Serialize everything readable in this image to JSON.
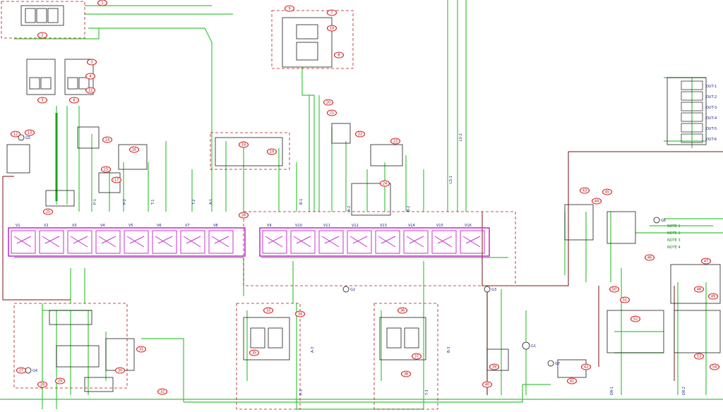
{
  "colors": {
    "hydraulic_line": "#3ec43e",
    "pressure_line": "#1aa21a",
    "manifold": "#c832d2",
    "return_line": "#7a1010",
    "callout": "#d42020",
    "boundary_dash": "#b01818",
    "component": "#1c1c1c",
    "label": "#1a1a8a",
    "annotation_green": "#0a8a0a",
    "background": "#ffffff"
  },
  "left_manifold": {
    "valve_tags": [
      "V1",
      "V2",
      "V3",
      "V4",
      "V5",
      "V6",
      "V7",
      "V8"
    ]
  },
  "right_manifold": {
    "valve_tags": [
      "V9",
      "V10",
      "V11",
      "V12",
      "V13",
      "V14",
      "V15",
      "V16"
    ]
  },
  "callouts": {
    "top": [
      "1",
      "2",
      "3",
      "4",
      "5",
      "6",
      "7",
      "8",
      "9",
      "10",
      "11",
      "12",
      "13",
      "14"
    ],
    "middle": [
      "15",
      "16",
      "17",
      "18",
      "19",
      "20",
      "21",
      "22",
      "23",
      "24",
      "25",
      "26"
    ],
    "bottom": [
      "27",
      "28",
      "29",
      "30",
      "31",
      "32",
      "33",
      "34",
      "35",
      "36",
      "37",
      "38",
      "39",
      "40",
      "41",
      "42"
    ],
    "right": [
      "43",
      "44",
      "45",
      "46",
      "47",
      "48",
      "49",
      "50",
      "51",
      "52",
      "53",
      "54"
    ]
  },
  "vertical_labels": [
    "P-1",
    "P-2",
    "T-1",
    "T-2",
    "A-1",
    "B-1",
    "A-2",
    "B-2",
    "LS-1",
    "LS-2",
    "P-3",
    "T-3",
    "A-3",
    "B-3",
    "DR-1",
    "DR-2"
  ],
  "pressure_gauge_labels": [
    "G1",
    "G2",
    "G3",
    "G4",
    "G5",
    "G6",
    "G7"
  ],
  "right_panel": {
    "outputs": [
      "OUT-1",
      "OUT-2",
      "OUT-3",
      "OUT-4",
      "OUT-5",
      "OUT-6"
    ],
    "notes": [
      "NOTE 1",
      "NOTE 2",
      "NOTE 3",
      "NOTE 4"
    ]
  }
}
